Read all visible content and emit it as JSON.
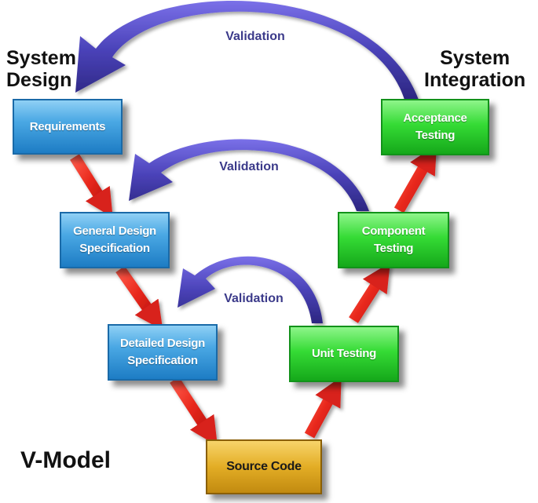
{
  "headings": {
    "left_line1": "System",
    "left_line2": "Design",
    "right_line1": "System",
    "right_line2": "Integration"
  },
  "title": "V-Model",
  "boxes": {
    "requirements": "Requirements",
    "general_design": "General Design\nSpecification",
    "detailed_design": "Detailed Design\nSpecification",
    "source_code": "Source Code",
    "unit_testing": "Unit Testing",
    "component_testing": "Component\nTesting",
    "acceptance_testing": "Acceptance\nTesting"
  },
  "validation_labels": {
    "top": "Validation",
    "middle": "Validation",
    "bottom": "Validation"
  },
  "colors": {
    "design_boxes": "#3a9ad9",
    "test_boxes": "#2fd12f",
    "code_box": "#e0a623",
    "flow_arrows": "#e8281c",
    "validation_arrows": "#4a42b8"
  }
}
